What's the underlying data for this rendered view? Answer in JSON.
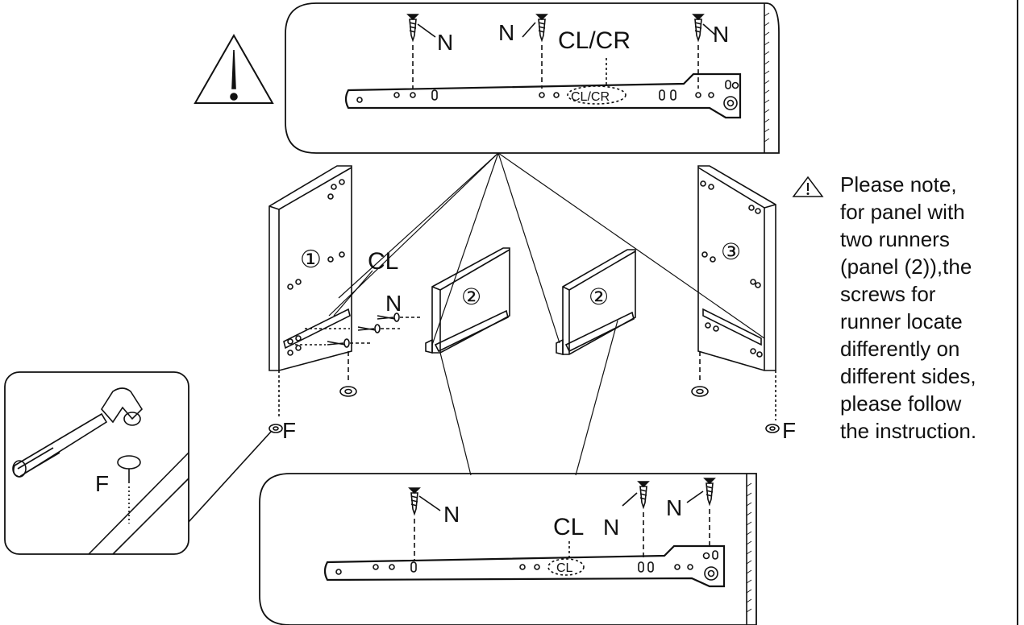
{
  "labels": {
    "screw": "N",
    "foot": "F",
    "cl_cr": "CL/CR",
    "cl": "CL"
  },
  "panels": [
    "①",
    "②",
    "②",
    "③"
  ],
  "note": {
    "lines": [
      "Please note,",
      "for panel with",
      "two runners",
      "(panel (2)),the",
      "screws for",
      "runner locate",
      "differently on",
      "different sides,",
      "please follow",
      "the instruction."
    ]
  },
  "icons": {
    "warning": "warning-triangle-icon",
    "note": "small-warning-icon",
    "hammer": "hammer-icon"
  }
}
